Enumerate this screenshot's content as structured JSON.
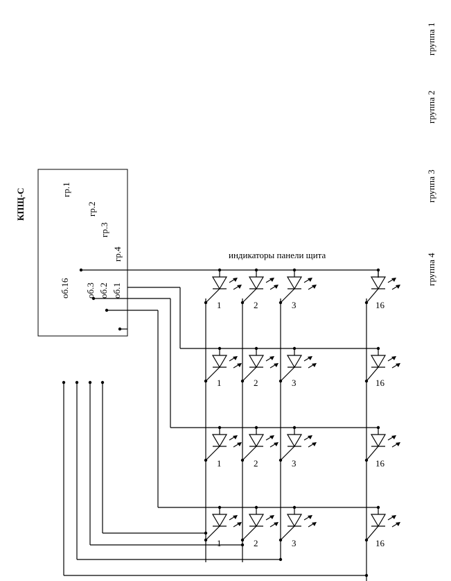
{
  "device": {
    "title": "КПЩ-С",
    "group_labels": [
      "гр.1",
      "гр.2",
      "гр.3",
      "гр.4"
    ],
    "common_label": "об.16",
    "output_labels": [
      "об.3",
      "об.2",
      "об.1"
    ]
  },
  "panel": {
    "caption": "индикаторы панели щита"
  },
  "groups": [
    "группа 1",
    "группа 2",
    "группа 3",
    "группа 4"
  ],
  "indicator_numbers": [
    "1",
    "2",
    "3",
    "16"
  ]
}
